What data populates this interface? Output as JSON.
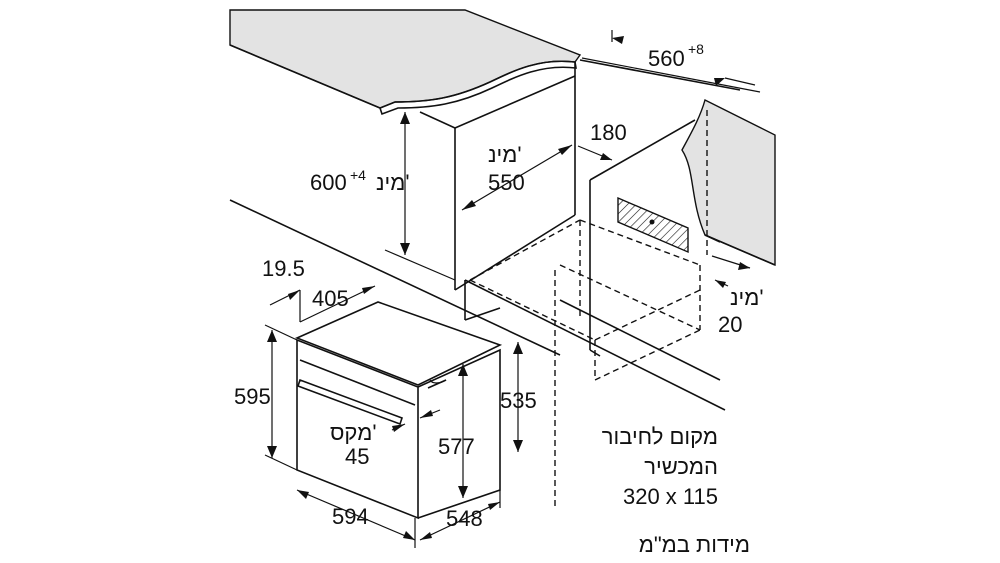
{
  "labels": {
    "width_top": "560",
    "width_top_tol": "+8",
    "height_cab_min": "מינ'",
    "height_cab": "600",
    "height_cab_tol": "+4",
    "depth_min_word": "מינ'",
    "depth_min": "550",
    "gap_rear": "180",
    "gap_side_word": "מינ'",
    "gap_side": "20",
    "dim_19_5": "19.5",
    "dim_405": "405",
    "dim_595": "595",
    "dim_535": "535",
    "dim_577": "577",
    "max_word": "מקס'",
    "dim_45": "45",
    "dim_594": "594",
    "dim_548": "548",
    "conn_line1": "מקום לחיבור",
    "conn_line2": "המכשיר",
    "conn_line3": "320 x 115",
    "units": "מידות במ\"מ"
  }
}
